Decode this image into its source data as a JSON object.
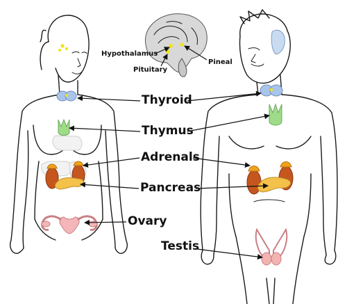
{
  "labels": {
    "hypothalamus": "Hypothalamus",
    "pituitary": "Pituitary",
    "pineal": "Pineal",
    "thyroid": "Thyroid",
    "thymus": "Thymus",
    "adrenals": "Adrenals",
    "pancreas": "Pancreas",
    "ovary": "Ovary",
    "testis": "Testis"
  },
  "colors": {
    "thyroid": "#a9c4ea",
    "thymus": "#9fdc8a",
    "adrenal": "#f0a21d",
    "kidney": "#c4561e",
    "pancreas": "#f4c14a",
    "ovary": "#f4b6b8",
    "testis": "#f3b3b0",
    "brain": "#d8d8d8",
    "gland_dot": "#f2e21a"
  }
}
